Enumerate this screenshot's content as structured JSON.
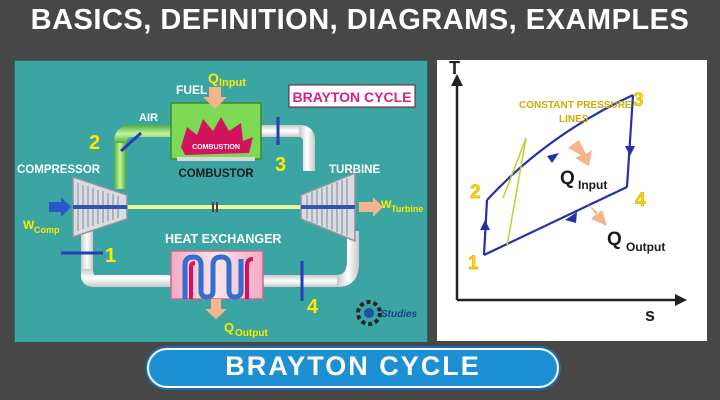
{
  "header": {
    "title": "BASICS, DEFINITION, DIAGRAMS, EXAMPLES"
  },
  "footer": {
    "title": "BRAYTON CYCLE"
  },
  "schematic": {
    "badge": "BRAYTON CYCLE",
    "fuel": "FUEL",
    "q_input_main": "Q",
    "q_input_sub": "Input",
    "air": "AIR",
    "combustion": "COMBUSTION",
    "combustor": "COMBUSTOR",
    "compressor": "COMPRESSOR",
    "turbine": "TURBINE",
    "w_comp_main": "W",
    "w_comp_sub": "Comp",
    "w_turbine_main": "W",
    "w_turbine_sub": "Turbine",
    "heat_exchanger": "HEAT EXCHANGER",
    "q_output_main": "Q",
    "q_output_sub": "Output",
    "state_1": "1",
    "state_2": "2",
    "state_3": "3",
    "state_4": "4",
    "logo_text": "Studies"
  },
  "ts_diagram": {
    "axis_t": "T",
    "axis_s": "s",
    "annotation_line1": "CONSTANT PRESSURE",
    "annotation_line2": "LINES",
    "state_1": "1",
    "state_2": "2",
    "state_3": "3",
    "state_4": "4",
    "q_input_main": "Q",
    "q_input_sub": "Input",
    "q_output_main": "Q",
    "q_output_sub": "Output"
  },
  "colors": {
    "panel_teal": "#3aa5a2",
    "state_yellow": "#ffea00",
    "cycle_blue": "#2430a8",
    "badge_magenta": "#d6237f",
    "arrow_peach": "#f7b38c",
    "combustor_green": "#7ed957",
    "heat_exchanger_pink": "#f6c9d8"
  }
}
